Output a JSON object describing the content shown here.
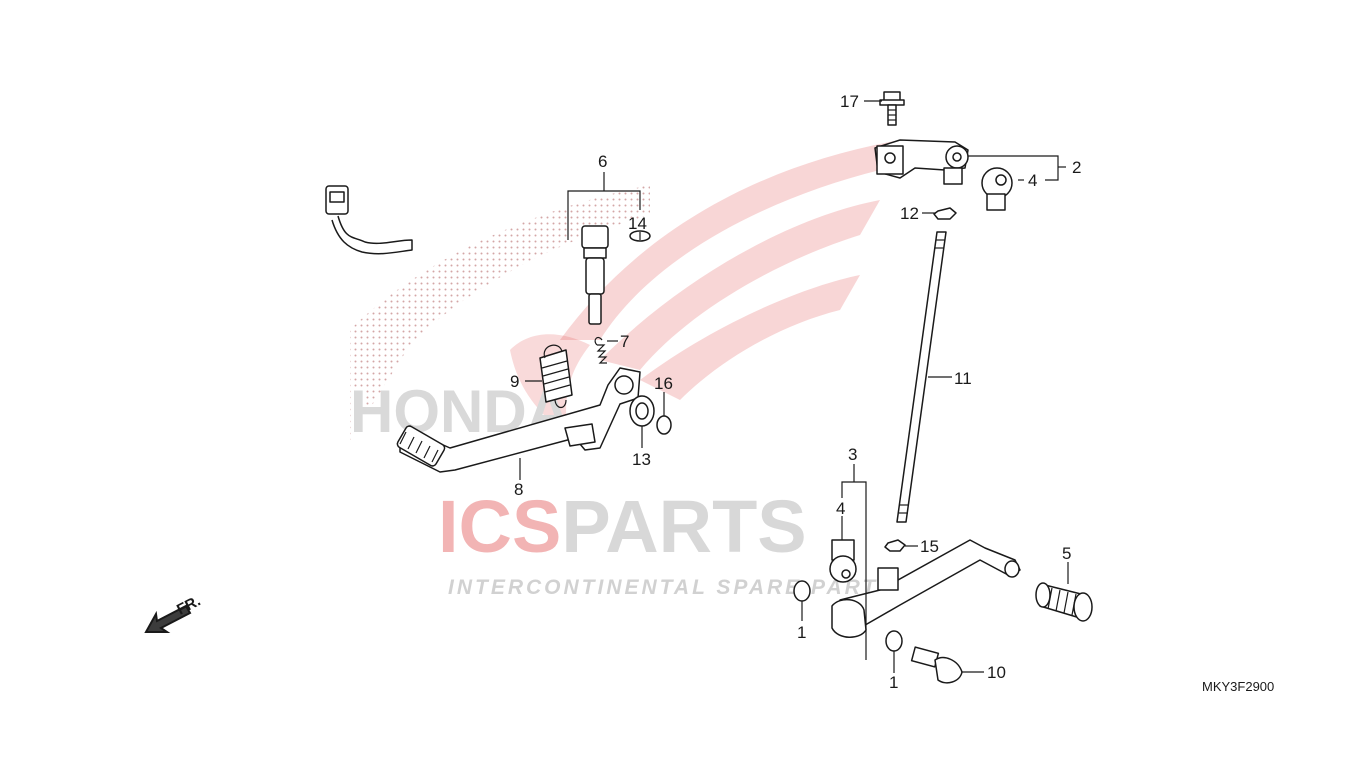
{
  "diagram_code": "MKY3F2900",
  "direction_label": "FR.",
  "watermark": {
    "brand_text": "HONDA",
    "main_prefix": "ICS",
    "main_suffix": "PARTS",
    "sub_text": "INTERCONTINENTAL SPARE PARTS",
    "colors": {
      "red": "#e04545",
      "grey": "#b9b9b9"
    }
  },
  "callouts": {
    "c1a": "1",
    "c1b": "1",
    "c2": "2",
    "c3": "3",
    "c4a": "4",
    "c4b": "4",
    "c5": "5",
    "c6": "6",
    "c7": "7",
    "c8": "8",
    "c9": "9",
    "c10": "10",
    "c11": "11",
    "c12": "12",
    "c13": "13",
    "c14": "14",
    "c15": "15",
    "c16": "16",
    "c17": "17"
  },
  "parts": [
    {
      "ref": "1",
      "icon": "washer-ring-icon"
    },
    {
      "ref": "2",
      "icon": "shift-arm-icon"
    },
    {
      "ref": "3",
      "icon": "joint-assembly-icon"
    },
    {
      "ref": "4",
      "icon": "ball-joint-icon"
    },
    {
      "ref": "5",
      "icon": "pedal-rubber-icon"
    },
    {
      "ref": "6",
      "icon": "switch-sensor-icon"
    },
    {
      "ref": "7",
      "icon": "small-spring-icon"
    },
    {
      "ref": "8",
      "icon": "brake-pedal-icon"
    },
    {
      "ref": "9",
      "icon": "return-spring-icon"
    },
    {
      "ref": "10",
      "icon": "pivot-bolt-icon"
    },
    {
      "ref": "11",
      "icon": "shift-rod-icon"
    },
    {
      "ref": "12",
      "icon": "nut-icon"
    },
    {
      "ref": "13",
      "icon": "washer-icon"
    },
    {
      "ref": "14",
      "icon": "clip-icon"
    },
    {
      "ref": "15",
      "icon": "nut-icon"
    },
    {
      "ref": "16",
      "icon": "circlip-icon"
    },
    {
      "ref": "17",
      "icon": "bolt-icon"
    }
  ]
}
